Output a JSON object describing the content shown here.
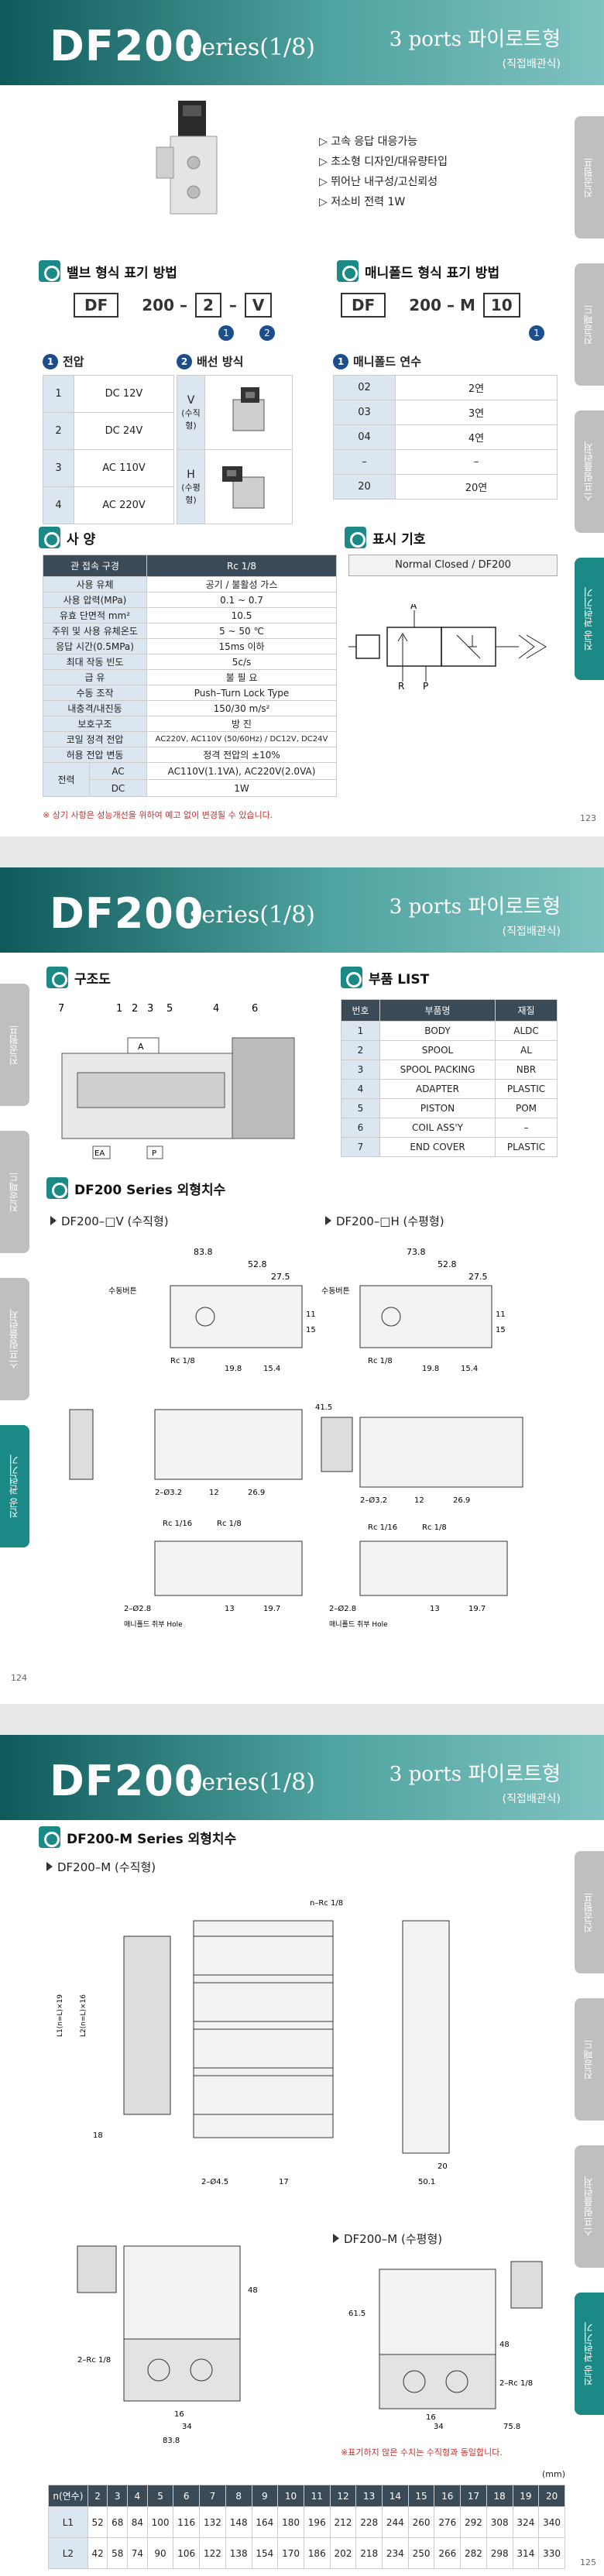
{
  "header": {
    "logo": "DF200",
    "series": "series(1/8)",
    "subtitle": "3 ports 파이로트형",
    "subtitle2": "(직접배관식)"
  },
  "tabs": [
    "진공펌프",
    "진공패드",
    "스프링플런저",
    "진공 관련기기"
  ],
  "page1": {
    "page_num": "123",
    "features": [
      "▷ 고속 응답 대응가능",
      "▷ 초소형 디자인/대유량타입",
      "▷ 뛰어난 내구성/고신뢰성",
      "▷ 저소비 전력 1W"
    ],
    "valve_title": "밸브 형식 표기 방법",
    "valve_code": {
      "prefix": "DF",
      "mid": "200 –",
      "c1": "2",
      "c2": "V",
      "n1": "1",
      "n2": "2"
    },
    "manifold_title": "매니폴드 형식 표기 방법",
    "manifold_code": {
      "prefix": "DF",
      "mid": "200 – M",
      "c1": "10",
      "n1": "1"
    },
    "voltage": {
      "title": "전압",
      "num": "1",
      "rows": [
        [
          "1",
          "DC 12V"
        ],
        [
          "2",
          "DC 24V"
        ],
        [
          "3",
          "AC 110V"
        ],
        [
          "4",
          "AC 220V"
        ]
      ]
    },
    "wiring": {
      "title": "배선 방식",
      "num": "2",
      "rows": [
        {
          "code": "V",
          "desc": "(수직형)"
        },
        {
          "code": "H",
          "desc": "(수평형)"
        }
      ]
    },
    "manifold_count": {
      "title": "매니폴드 연수",
      "num": "1",
      "rows": [
        [
          "02",
          "2연"
        ],
        [
          "03",
          "3연"
        ],
        [
          "04",
          "4연"
        ],
        [
          "–",
          "–"
        ],
        [
          "20",
          "20연"
        ]
      ]
    },
    "spec_title": "사 양",
    "spec_header": [
      "관 접속 구경",
      "Rc 1/8"
    ],
    "spec_rows": [
      [
        "사용 유체",
        "공기 / 불활성 가스"
      ],
      [
        "사용 압력(MPa)",
        "0.1 ~ 0.7"
      ],
      [
        "유효 단면적 mm²",
        "10.5"
      ],
      [
        "주위 및 사용 유체온도",
        "5 ~ 50 ℃"
      ],
      [
        "응답 시간(0.5MPa)",
        "15ms 이하"
      ],
      [
        "최대 작동 빈도",
        "5c/s"
      ],
      [
        "급 유",
        "불 필 요"
      ],
      [
        "수동 조작",
        "Push–Turn Lock Type"
      ],
      [
        "내충격/내진동",
        "150/30 m/s²"
      ],
      [
        "보호구조",
        "방 진"
      ],
      [
        "코일 정격 전압",
        "AC220V, AC110V (50/60Hz) / DC12V, DC24V"
      ],
      [
        "허용 전압 변동",
        "정격 전압의 ±10%"
      ]
    ],
    "power": {
      "label": "전력",
      "ac_label": "AC",
      "ac": "AC110V(1.1VA), AC220V(2.0VA)",
      "dc_label": "DC",
      "dc": "1W"
    },
    "spec_note": "※ 상기 사항은 성능개선을 위하여 예고 없이 변경될 수 있습니다.",
    "symbol_title": "표시 기호",
    "symbol_label": "Normal Closed / DF200",
    "sym_a": "A",
    "sym_r": "R",
    "sym_p": "P"
  },
  "page2": {
    "page_num": "124",
    "struct_title": "구조도",
    "struct_nums": [
      "7",
      "1",
      "2",
      "3",
      "5",
      "4",
      "6"
    ],
    "ea": "EA",
    "pp": "P",
    "aa": "A",
    "parts_title": "부품 LIST",
    "parts_header": [
      "번호",
      "부품명",
      "재질"
    ],
    "parts": [
      [
        "1",
        "BODY",
        "ALDC"
      ],
      [
        "2",
        "SPOOL",
        "AL"
      ],
      [
        "3",
        "SPOOL PACKING",
        "NBR"
      ],
      [
        "4",
        "ADAPTER",
        "PLASTIC"
      ],
      [
        "5",
        "PISTON",
        "POM"
      ],
      [
        "6",
        "COIL ASS'Y",
        "–"
      ],
      [
        "7",
        "END COVER",
        "PLASTIC"
      ]
    ],
    "dim_title": "DF200 Series 외형치수",
    "v_label": "DF200–□V (수직형)",
    "h_label": "DF200–□H (수평형)",
    "dims_v": [
      "83.8",
      "52.8",
      "27.5",
      "수동버튼",
      "Rc 1/8",
      "19.8",
      "15.4",
      "2–Ø3.2",
      "12",
      "26.9",
      "Rc 1/16",
      "Rc 1/8",
      "2–Ø2.8",
      "13",
      "19.7",
      "매니폴드 취부 Hole",
      "11",
      "15"
    ],
    "dims_h": [
      "73.8",
      "52.8",
      "27.5",
      "수동버튼",
      "Rc 1/8",
      "19.8",
      "15.4",
      "41.5",
      "2–Ø3.2",
      "12",
      "26.9",
      "Rc 1/16",
      "Rc 1/8",
      "2–Ø2.8",
      "13",
      "19.7",
      "매니폴드 취부 Hole",
      "11",
      "15"
    ]
  },
  "page3": {
    "page_num": "125",
    "dim_title": "DF200-M Series 외형치수",
    "v_label": "DF200–M (수직형)",
    "h_label": "DF200–M (수평형)",
    "dims": [
      "n–Rc 1/8",
      "L1(n=L)×19",
      "L2(n=L)×16",
      "18",
      "20",
      "50.1",
      "2–Ø4.5",
      "17",
      "48",
      "2–Rc 1/8",
      "16",
      "34",
      "83.8",
      "61.5",
      "48",
      "2–Rc 1/8",
      "16",
      "34",
      "75.8"
    ],
    "note": "※표기하지 않은 수치는 수직형과 동일합니다.",
    "unit": "(mm)",
    "table_header": [
      "n(연수)",
      "2",
      "3",
      "4",
      "5",
      "6",
      "7",
      "8",
      "9",
      "10",
      "11",
      "12",
      "13",
      "14",
      "15",
      "16",
      "17",
      "18",
      "19",
      "20"
    ],
    "l1": [
      "L1",
      "52",
      "68",
      "84",
      "100",
      "116",
      "132",
      "148",
      "164",
      "180",
      "196",
      "212",
      "228",
      "244",
      "260",
      "276",
      "292",
      "308",
      "324",
      "340"
    ],
    "l2": [
      "L2",
      "42",
      "58",
      "74",
      "90",
      "106",
      "122",
      "138",
      "154",
      "170",
      "186",
      "202",
      "218",
      "234",
      "250",
      "266",
      "282",
      "298",
      "314",
      "330"
    ]
  }
}
